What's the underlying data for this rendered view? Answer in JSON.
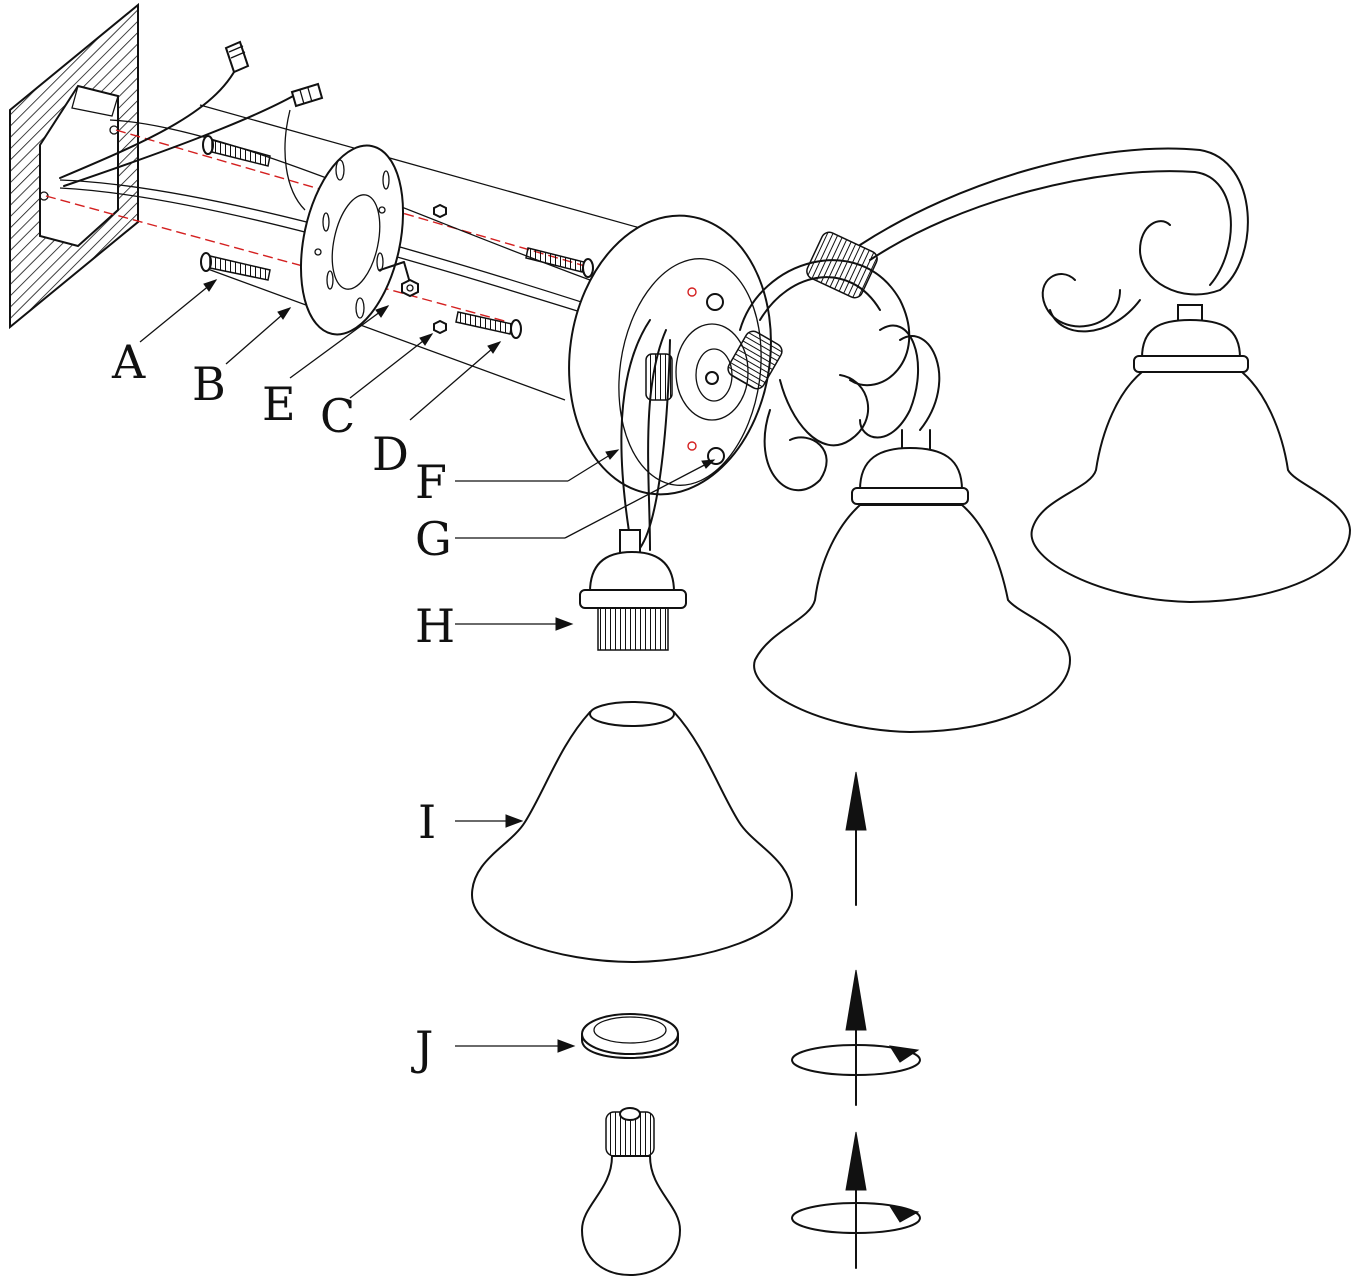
{
  "labels": {
    "A": "A",
    "B": "B",
    "C": "C",
    "D": "D",
    "E": "E",
    "F": "F",
    "G": "G",
    "H": "H",
    "I": "I",
    "J": "J"
  },
  "colors": {
    "line": "#111111",
    "guide": "#d42020",
    "background": "#ffffff"
  },
  "icons": [
    "arrow-up-icon",
    "rotate-arrow-icon"
  ]
}
